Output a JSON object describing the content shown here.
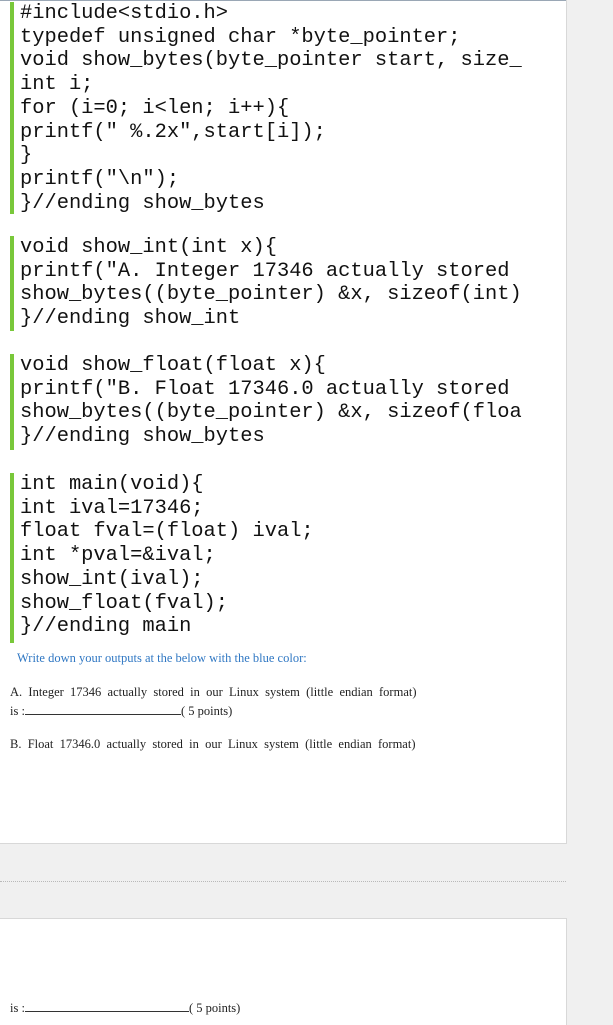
{
  "code": {
    "block1": [
      "#include<stdio.h>",
      "typedef unsigned char *byte_pointer;",
      "void show_bytes(byte_pointer start, size_",
      "int i;",
      "for (i=0; i<len; i++){",
      "printf(\" %.2x\",start[i]);",
      "}",
      "printf(\"\\n\");",
      "}//ending show_bytes"
    ],
    "block2": [
      "void show_int(int x){",
      "printf(\"A. Integer 17346 actually stored",
      "show_bytes((byte_pointer) &x, sizeof(int)",
      "}//ending show_int"
    ],
    "block3": [
      "void show_float(float x){",
      "printf(\"B. Float 17346.0 actually stored",
      "show_bytes((byte_pointer) &x, sizeof(floa",
      "}//ending show_bytes"
    ],
    "block4": [
      "int main(void){",
      "int ival=17346;",
      "float fval=(float) ival;",
      "int *pval=&ival;",
      "show_int(ival);",
      "show_float(fval);",
      "}//ending main"
    ]
  },
  "instruction": "Write down your outputs at the below with the blue color:",
  "question_a": {
    "text": "A.  Integer  17346  actually  stored  in  our  Linux  system  (little  endian  format)",
    "prefix": "is :",
    "points": "( 5 points)"
  },
  "question_b": {
    "text": "B.  Float  17346.0  actually  stored  in  our  Linux  system  (little  endian  format)",
    "prefix": "is :",
    "points": "( 5 points)"
  },
  "colors": {
    "accent_bar": "#79c83a",
    "instruction_text": "#2f77c3"
  }
}
